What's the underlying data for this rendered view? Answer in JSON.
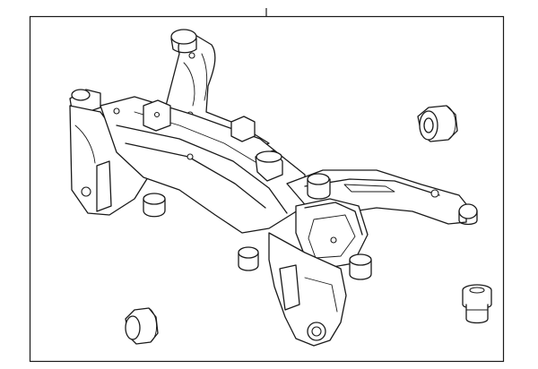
{
  "diagram": {
    "kind": "exploded-parts-view",
    "subject": "rear-suspension-crossmember",
    "parts": [
      {
        "id": "crossmember",
        "icon": "crossmember-assembly-drawing"
      },
      {
        "id": "bushing-upper-right",
        "icon": "cylindrical-bushing-drawing"
      },
      {
        "id": "bushing-lower-left",
        "icon": "cylindrical-bushing-drawing"
      },
      {
        "id": "bushing-lower-right",
        "icon": "flanged-bushing-drawing"
      }
    ],
    "colors": {
      "line": "#1a1a1a",
      "background": "#ffffff",
      "frame": "#1a1a1a"
    }
  }
}
